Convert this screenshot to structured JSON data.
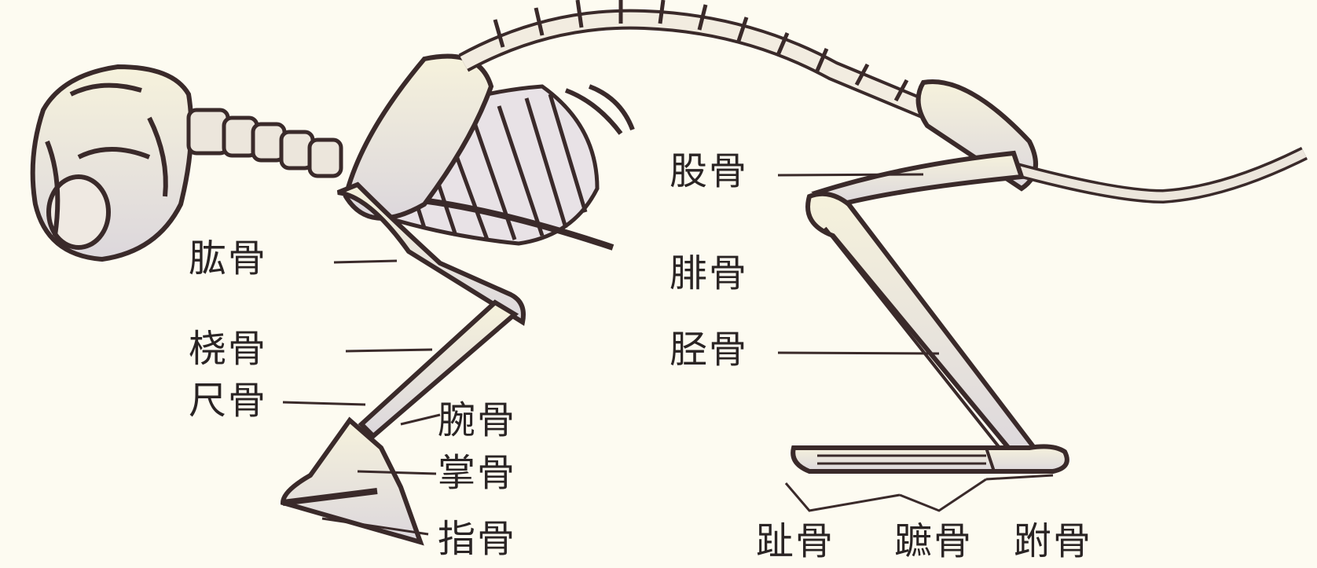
{
  "labels": {
    "humerus": "肱骨",
    "radius": "桡骨",
    "ulna": "尺骨",
    "carpals": "腕骨",
    "metacarpals": "掌骨",
    "phalanges_front": "指骨",
    "femur": "股骨",
    "fibula": "腓骨",
    "tibia": "胫骨",
    "phalanges_hind": "趾骨",
    "metatarsals": "蹠骨",
    "tarsals": "跗骨"
  }
}
